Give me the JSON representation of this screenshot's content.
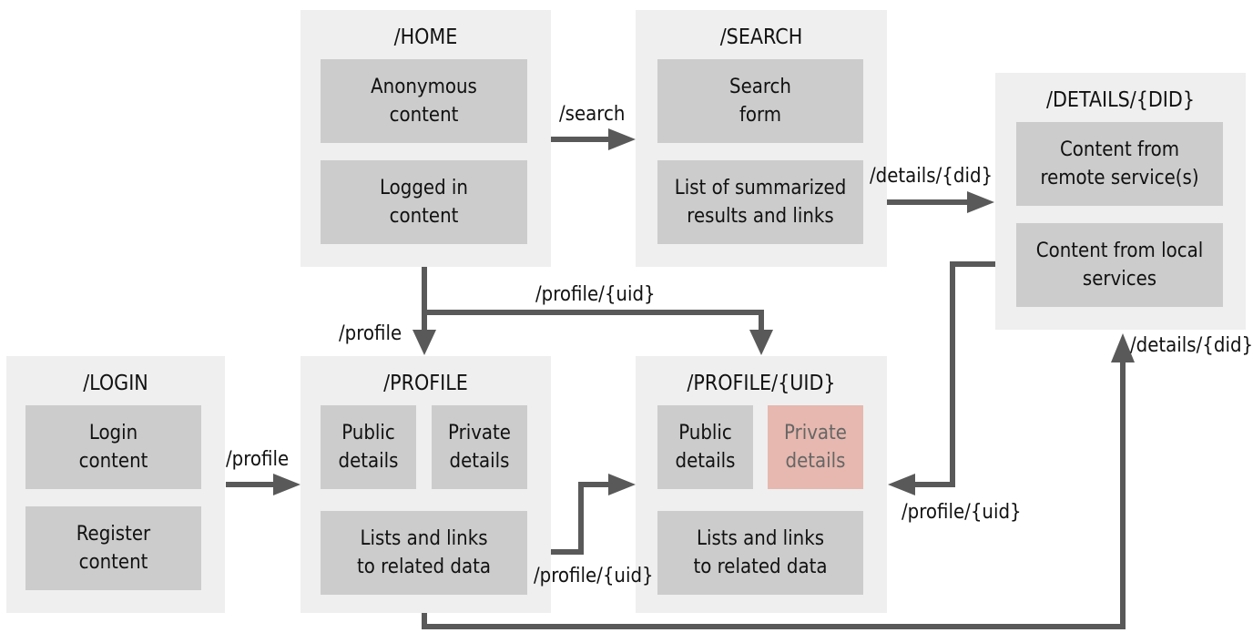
{
  "colors": {
    "panel": "#efefef",
    "box": "#cccccc",
    "highlight": "#e6b8af",
    "highlight_text": "#666666",
    "arrow": "#595959"
  },
  "home": {
    "title": "/HOME",
    "anon": "Anonymous\ncontent",
    "logged": "Logged in\ncontent"
  },
  "search": {
    "title": "/SEARCH",
    "form": "Search\nform",
    "list": "List of summarized\nresults and links"
  },
  "details": {
    "title": "/DETAILS/{DID}",
    "remote": "Content from\nremote service(s)",
    "local": "Content from local\nservices"
  },
  "login": {
    "title": "/LOGIN",
    "login": "Login\ncontent",
    "register": "Register\ncontent"
  },
  "profile": {
    "title": "/PROFILE",
    "public": "Public\ndetails",
    "private": "Private\ndetails",
    "lists": "Lists and links\nto related data"
  },
  "profile_uid": {
    "title": "/PROFILE/{UID}",
    "public": "Public\ndetails",
    "private": "Private\ndetails",
    "lists": "Lists and links\nto related data"
  },
  "edges": {
    "home_to_search": "/search",
    "search_to_details": "/details/{did}",
    "home_to_profile_uid": "/profile/{uid}",
    "home_to_profile": "/profile",
    "login_to_profile": "/profile",
    "profile_to_profile_uid": "/profile/{uid}",
    "details_to_profile_uid": "/profile/{uid}",
    "profile_to_details": "/details/{did}"
  }
}
